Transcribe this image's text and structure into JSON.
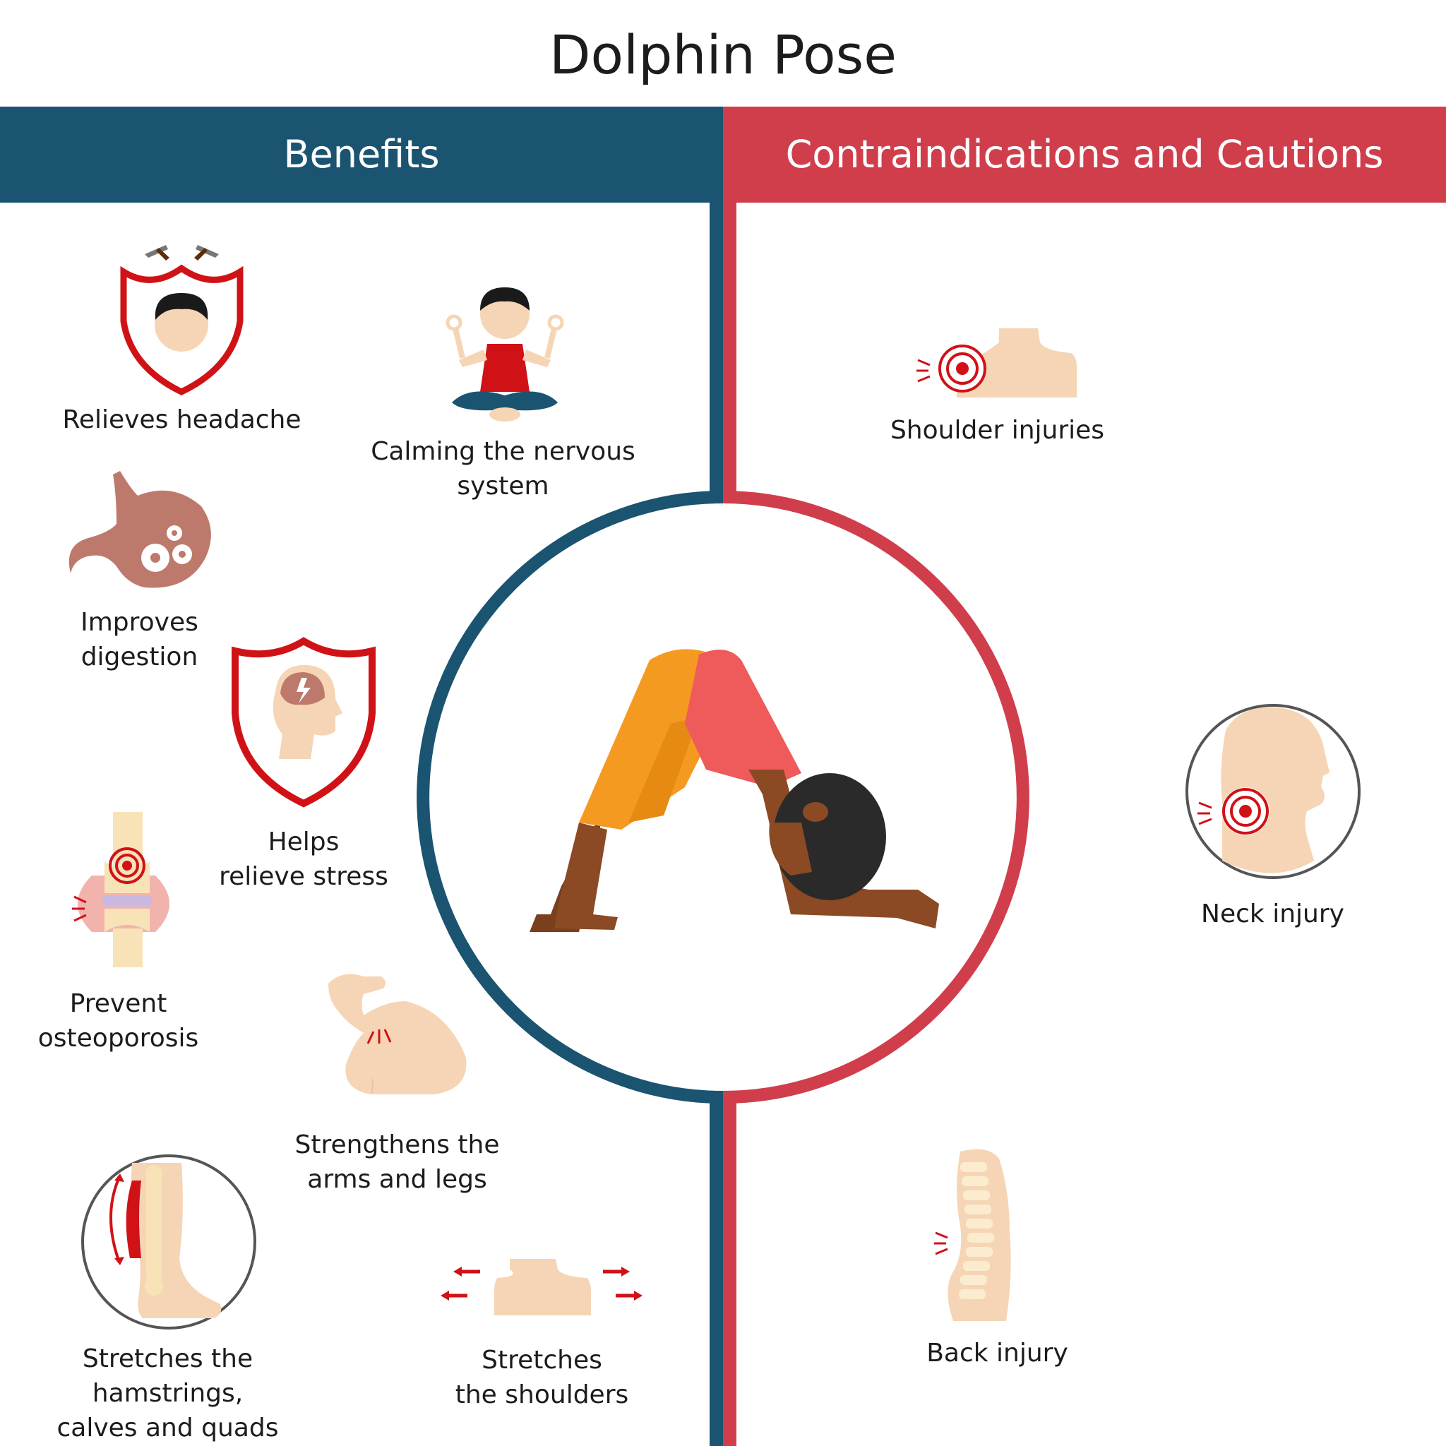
{
  "title": "Dolphin Pose",
  "colors": {
    "benefits": "#1a5471",
    "contraindications": "#d03e4c",
    "accent_red": "#d01217",
    "skin": "#f5d5b5",
    "pose_shirt": "#ef5a5a",
    "pose_pants": "#f59a21",
    "pose_skin": "#8b4a24"
  },
  "sections": {
    "benefits": {
      "heading": "Benefits",
      "items": [
        {
          "label": "Relieves headache",
          "icon": "shield-head-icon"
        },
        {
          "label": "Calming the nervous\nsystem",
          "icon": "meditation-icon"
        },
        {
          "label": "Improves\ndigestion",
          "icon": "stomach-gears-icon"
        },
        {
          "label": "Helps\nrelieve stress",
          "icon": "shield-brain-icon"
        },
        {
          "label": "Prevent\nosteoporosis",
          "icon": "knee-joint-icon"
        },
        {
          "label": "Strengthens the\narms and legs",
          "icon": "flexed-arm-icon"
        },
        {
          "label": "Stretches the hamstrings,\ncalves and quads",
          "icon": "leg-muscle-icon"
        },
        {
          "label": "Stretches\nthe shoulders",
          "icon": "shoulders-stretch-icon"
        }
      ]
    },
    "contraindications": {
      "heading": "Contraindications and Cautions",
      "items": [
        {
          "label": "Shoulder injuries",
          "icon": "shoulder-pain-icon"
        },
        {
          "label": "Neck injury",
          "icon": "neck-pain-icon"
        },
        {
          "label": "Back injury",
          "icon": "spine-pain-icon"
        }
      ]
    }
  }
}
